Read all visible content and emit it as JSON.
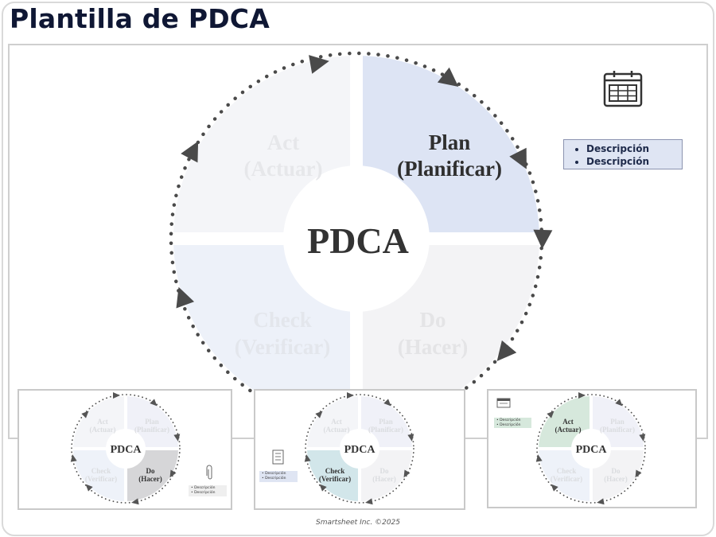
{
  "title": "Plantilla de PDCA",
  "main": {
    "center": "PDCA",
    "quadrants": {
      "act": {
        "line1": "Act",
        "line2": "(Actuar)"
      },
      "plan": {
        "line1": "Plan",
        "line2": "(Planificar)"
      },
      "check": {
        "line1": "Check",
        "line2": "(Verificar)"
      },
      "do": {
        "line1": "Do",
        "line2": "(Hacer)"
      }
    },
    "descriptions": [
      "Descripción",
      "Descripción"
    ],
    "icon": "calendar-icon"
  },
  "thumbnails": [
    {
      "center": "PDCA",
      "highlight": "do",
      "icon": "paperclip-icon",
      "labels": {
        "act": [
          "Act",
          "(Actuar)"
        ],
        "plan": [
          "Plan",
          "(Planificar)"
        ],
        "check": [
          "Check",
          "(Verificar)"
        ],
        "do": [
          "Do",
          "(Hacer)"
        ]
      },
      "descriptions": [
        "Descripción",
        "Descripción"
      ]
    },
    {
      "center": "PDCA",
      "highlight": "check",
      "icon": "checklist-icon",
      "labels": {
        "act": [
          "Act",
          "(Actuar)"
        ],
        "plan": [
          "Plan",
          "(Planificar)"
        ],
        "check": [
          "Check",
          "(Verificar)"
        ],
        "do": [
          "Do",
          "(Hacer)"
        ]
      },
      "descriptions": [
        "Descripción",
        "Descripción"
      ]
    },
    {
      "center": "PDCA",
      "highlight": "act",
      "icon": "card-icon",
      "labels": {
        "act": [
          "Act",
          "(Actuar)"
        ],
        "plan": [
          "Plan",
          "(Planificar)"
        ],
        "check": [
          "Check",
          "(Verificar)"
        ],
        "do": [
          "Do",
          "(Hacer)"
        ]
      },
      "descriptions": [
        "Descripción",
        "Descripción"
      ]
    }
  ],
  "colors": {
    "title": "#0f1734",
    "plan_fill": "#dde4f4",
    "do_fill_main": "#f3f3f5",
    "act_fill_main": "#f4f5f8",
    "check_fill_main": "#edf1f9",
    "thumb_do_highlight": "#d6d6d8",
    "thumb_check_highlight": "#d2e6ea",
    "thumb_act_highlight": "#d6e8dc",
    "arrow": "#444444"
  },
  "footer": "Smartsheet Inc. ©2025"
}
